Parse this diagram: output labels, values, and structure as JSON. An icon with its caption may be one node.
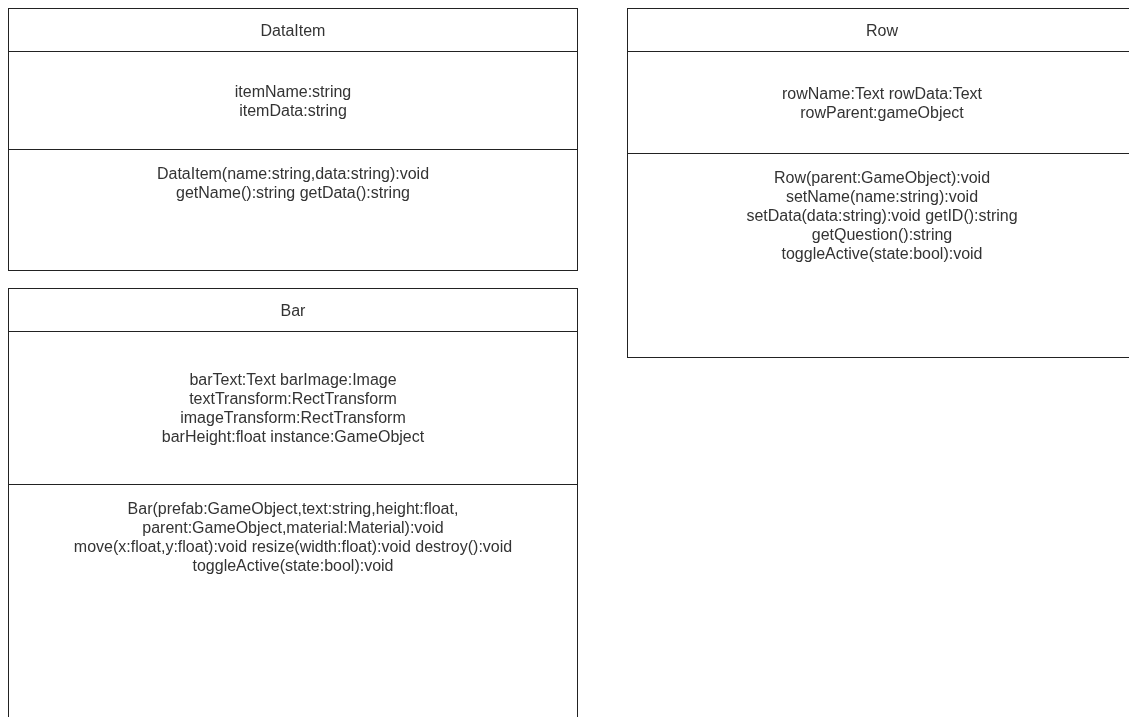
{
  "diagram": {
    "nodes": [
      {
        "text": [
          "DataItem",
          "itemName:string itemData:string",
          "DataItem(name:string,data:string):void getName():string getData():string"
        ]
      },
      {
        "text": [
          "Bar",
          "barText:Text barImage:Image textTransform:RectTransform imageTransform:RectTransform barHeight:float instance:GameObject",
          "Bar(prefab:GameObject,text:string,height:float, parent:GameObject,material:Material):void move(x:float,y:float):void resize(width:float):void destroy():void toggleActive(state:bool):void"
        ]
      },
      {
        "text": [
          "Row",
          "rowName:Text rowData:Text rowParent:gameObject",
          "Row(parent:GameObject):void setName(name:string):void setData(data:string):void getID():string getQuestion():string toggleActive(state:bool):void"
        ]
      }
    ],
    "edges": []
  }
}
